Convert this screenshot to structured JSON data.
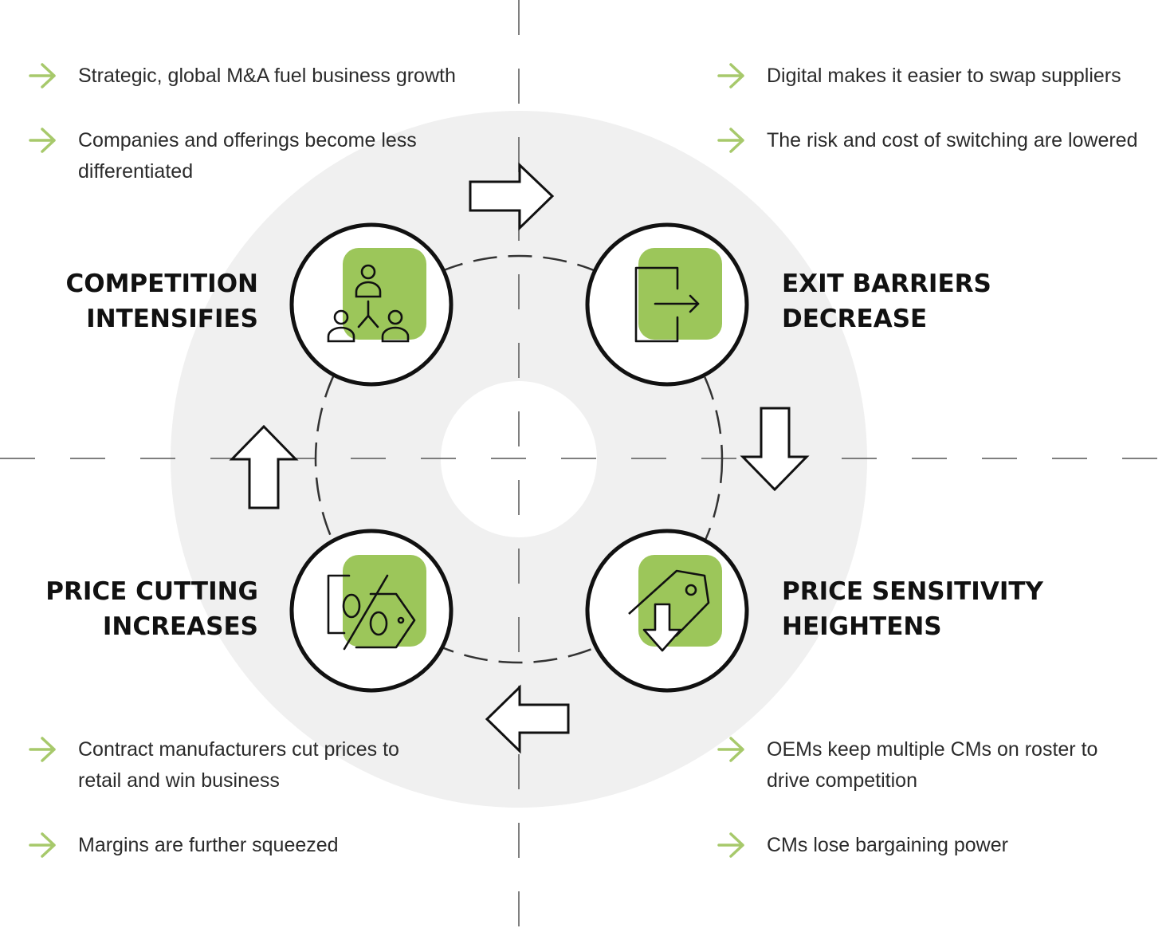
{
  "colors": {
    "accent_green": "#9cc65a",
    "arrow_green": "#a7c96b",
    "ring_gray": "#f0f0f0",
    "stroke": "#111111",
    "text": "#2b2b2b"
  },
  "stages": {
    "top_left": {
      "title_lines": [
        "COMPETITION",
        "INTENSIFIES"
      ],
      "icon": "people-hierarchy-icon",
      "bullets": [
        "Strategic, global M&A fuel business growth",
        "Companies and offerings become less differentiated"
      ]
    },
    "top_right": {
      "title_lines": [
        "EXIT BARRIERS",
        "DECREASE"
      ],
      "icon": "exit-door-icon",
      "bullets": [
        "Digital makes it easier to swap suppliers",
        "The risk and cost of switching are lowered"
      ]
    },
    "bottom_right": {
      "title_lines": [
        "PRICE SENSITIVITY",
        "HEIGHTENS"
      ],
      "icon": "price-tag-down-icon",
      "bullets": [
        "OEMs keep multiple CMs on roster to drive competition",
        "CMs lose bargaining power"
      ]
    },
    "bottom_left": {
      "title_lines": [
        "PRICE CUTTING",
        "INCREASES"
      ],
      "icon": "percent-tag-icon",
      "bullets": [
        "Contract manufacturers cut prices to retail and win business",
        "Margins are further squeezed"
      ]
    }
  },
  "cycle_arrows": [
    "arrow-right-icon",
    "arrow-down-icon",
    "arrow-left-icon",
    "arrow-up-icon"
  ]
}
